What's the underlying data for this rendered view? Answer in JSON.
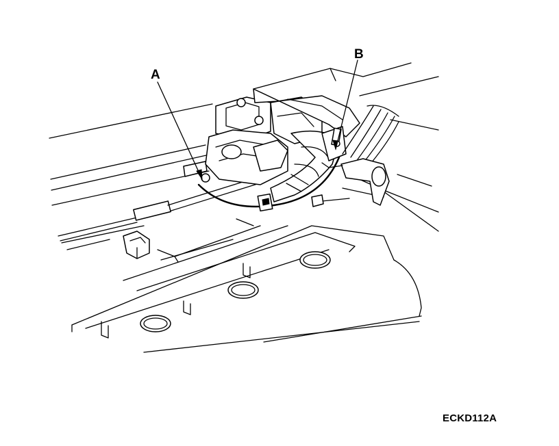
{
  "callouts": {
    "a": "A",
    "b": "B"
  },
  "figure_code": "ECKD112A",
  "colors": {
    "line": "#000000",
    "background": "#ffffff"
  }
}
